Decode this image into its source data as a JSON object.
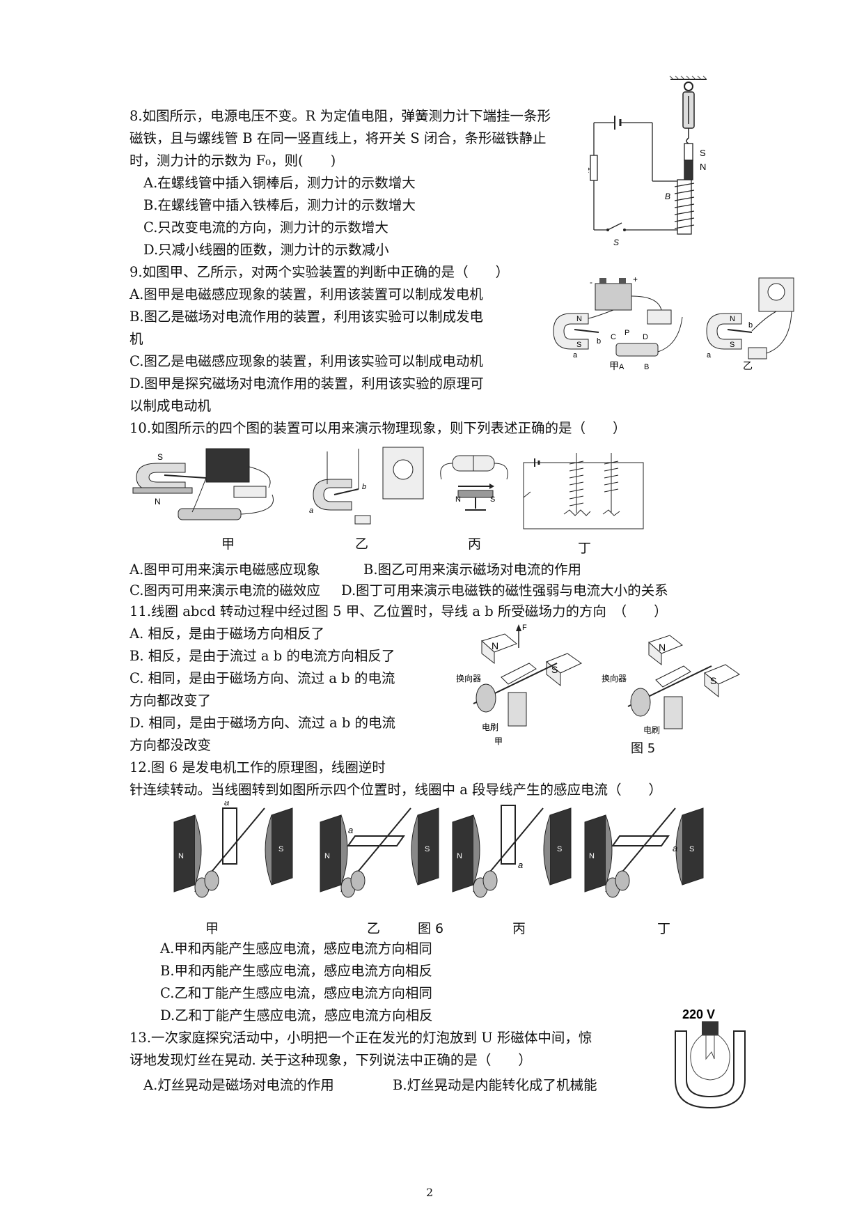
{
  "q8": {
    "stem": [
      "8.如图所示，电源电压不变。R 为定值电阻，弹簧测力计下端挂一条形",
      "磁铁，且与螺线管 B 在同一竖直线上，将开关 S 闭合，条形磁铁静止",
      "时，测力计的示数为 F₀，则(　　)"
    ],
    "options": [
      "A.在螺线管中插入铜棒后，测力计的示数增大",
      "B.在螺线管中插入铁棒后，测力计的示数增大",
      "C.只改变电流的方向，测力计的示数增大",
      "D.只减小线圈的匝数，测力计的示数减小"
    ],
    "figure_labels": {
      "S": "S",
      "N": "N",
      "R": "R",
      "B": "B",
      "switch": "S"
    }
  },
  "q9": {
    "stem": "9.如图甲、乙所示，对两个实验装置的判断中正确的是（　　）",
    "options": [
      "A.图甲是电磁感应现象的装置，利用该装置可以制成发电机",
      "B.图乙是磁场对电流作用的装置，利用该实验可以制成发电",
      "机",
      "C.图乙是电磁感应现象的装置，利用该实验可以制成电动机",
      "D.图甲是探究磁场对电流作用的装置，利用该实验的原理可",
      "以制成电动机"
    ],
    "figure_labels": {
      "jia": "甲",
      "yi": "乙"
    }
  },
  "q10": {
    "stem": "10.如图所示的四个图的装置可以用来演示物理现象，则下列表述正确的是（　　）",
    "figure_labels": [
      "甲",
      "乙",
      "丙",
      "丁"
    ],
    "options_row1": [
      "A.图甲可用来演示电磁感应现象",
      "B.图乙可用来演示磁场对电流的作用"
    ],
    "options_row2": [
      "C.图丙可用来演示电流的磁效应",
      "D.图丁可用来演示电磁铁的磁性强弱与电流大小的关系"
    ]
  },
  "q11": {
    "stem": "11.线圈 abcd 转动过程中经过图 5 甲、乙位置时，导线 a b 所受磁场力的方向　（　　）",
    "options": [
      "A.  相反，是由于磁场方向相反了",
      "B.  相反，是由于流过 a b 的电流方向相反了",
      "C.  相同，是由于磁场方向、流过 a b 的电流",
      "方向都改变了",
      "D.  相同，是由于磁场方向、流过 a b 的电流",
      "方向都没改变"
    ],
    "figure_labels": {
      "commutator": "换向器",
      "brush": "电刷",
      "jia": "甲",
      "fig": "图 5",
      "F": "F"
    }
  },
  "q12": {
    "stem": [
      "12.图 6 是发电机工作的原理图，线圈逆时",
      "针连续转动。当线圈转到如图所示四个位置时，线圈中 a 段导线产生的感应电流（　　）"
    ],
    "figure_labels": [
      "甲",
      "乙",
      "图 6",
      "丙",
      "丁"
    ],
    "options": [
      "A.甲和丙能产生感应电流，感应电流方向相同",
      "B.甲和丙能产生感应电流，感应电流方向相反",
      "C.乙和丁能产生感应电流，感应电流方向相同",
      "D.乙和丁能产生感应电流，感应电流方向相反"
    ]
  },
  "q13": {
    "stem": [
      "13.一次家庭探究活动中，小明把一个正在发光的灯泡放到 U 形磁体中间，惊",
      "讶地发现灯丝在晃动. 关于这种现象，下列说法中正确的是（　　）"
    ],
    "options": [
      "A.灯丝晃动是磁场对电流的作用",
      "B.灯丝晃动是内能转化成了机械能"
    ],
    "figure_label": "220 V"
  },
  "page_number": "2"
}
